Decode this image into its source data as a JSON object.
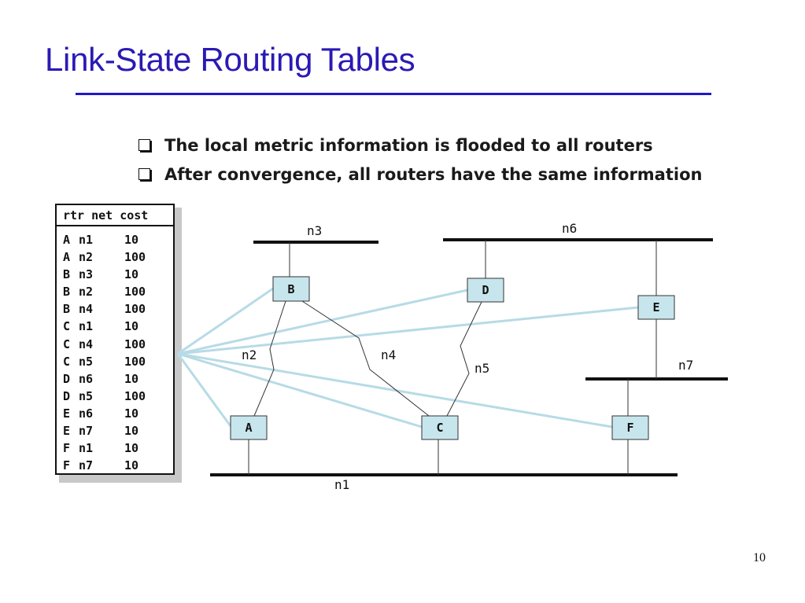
{
  "slide": {
    "title": "Link-State Routing Tables",
    "page_number": "10",
    "colors": {
      "title": "#2a1ab4",
      "node_fill": "#c7e5ec",
      "flood_line": "#b7dbe6"
    }
  },
  "bullets": [
    "The local metric information is flooded to all routers",
    "After convergence, all routers have the same information"
  ],
  "table": {
    "headers": [
      "rtr",
      "net",
      "cost"
    ],
    "rows": [
      [
        "A",
        "n1",
        "10"
      ],
      [
        "A",
        "n2",
        "100"
      ],
      [
        "B",
        "n3",
        "10"
      ],
      [
        "B",
        "n2",
        "100"
      ],
      [
        "B",
        "n4",
        "100"
      ],
      [
        "C",
        "n1",
        "10"
      ],
      [
        "C",
        "n4",
        "100"
      ],
      [
        "C",
        "n5",
        "100"
      ],
      [
        "D",
        "n6",
        "10"
      ],
      [
        "D",
        "n5",
        "100"
      ],
      [
        "E",
        "n6",
        "10"
      ],
      [
        "E",
        "n7",
        "10"
      ],
      [
        "F",
        "n1",
        "10"
      ],
      [
        "F",
        "n7",
        "10"
      ]
    ]
  },
  "diagram": {
    "routers": {
      "A": "A",
      "B": "B",
      "C": "C",
      "D": "D",
      "E": "E",
      "F": "F"
    },
    "networks": {
      "n1": "n1",
      "n2": "n2",
      "n3": "n3",
      "n4": "n4",
      "n5": "n5",
      "n6": "n6",
      "n7": "n7"
    }
  }
}
